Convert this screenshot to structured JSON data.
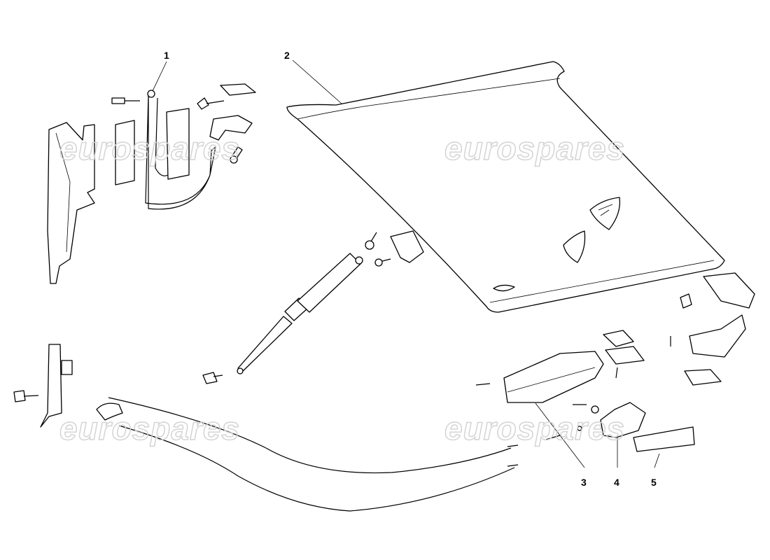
{
  "watermark": "eurospares",
  "callouts": [
    "1",
    "2",
    "3",
    "4",
    "5"
  ],
  "colors": {
    "line": "#000000",
    "watermark": "#d4d4d4",
    "background": "#ffffff"
  }
}
